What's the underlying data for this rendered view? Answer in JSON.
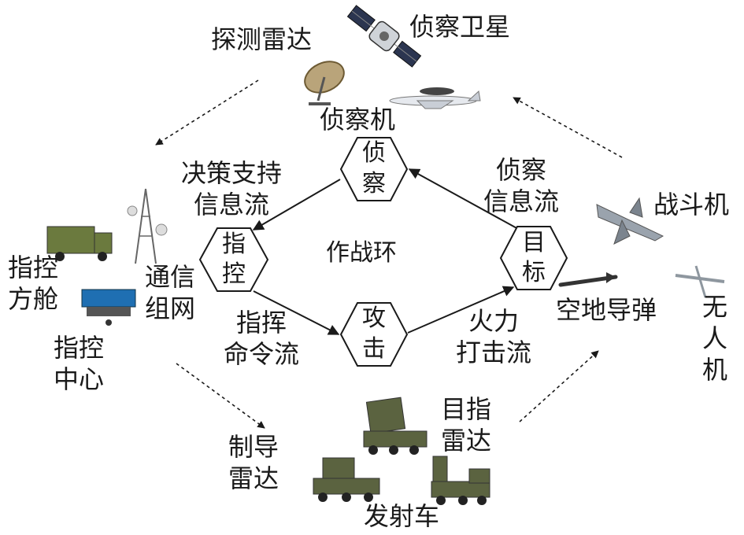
{
  "center": {
    "label": "作战环"
  },
  "nodes": {
    "recon": {
      "line1": "侦",
      "line2": "察"
    },
    "command": {
      "line1": "指",
      "line2": "控"
    },
    "strike": {
      "line1": "攻",
      "line2": "击"
    },
    "target": {
      "line1": "目",
      "line2": "标"
    }
  },
  "flows": {
    "decision": {
      "line1": "决策支持",
      "line2": "信息流"
    },
    "recon": {
      "line1": "侦察",
      "line2": "信息流"
    },
    "command": {
      "line1": "指挥",
      "line2": "命令流"
    },
    "fire": {
      "line1": "火力",
      "line2": "打击流"
    }
  },
  "assets": {
    "detect_radar": "探测雷达",
    "recon_satellite": "侦察卫星",
    "recon_aircraft": "侦察机",
    "comm_network": {
      "line1": "通信",
      "line2": "组网"
    },
    "command_cabin": {
      "line1": "指控",
      "line2": "方舱"
    },
    "command_center": {
      "line1": "指控",
      "line2": "中心"
    },
    "fighter": "战斗机",
    "air_to_ground_missile": "空地导弹",
    "uav": {
      "line1": "无",
      "line2": "人",
      "line3": "机"
    },
    "guidance_radar": {
      "line1": "制导",
      "line2": "雷达"
    },
    "target_radar": {
      "line1": "目指",
      "line2": "雷达"
    },
    "launcher": "发射车"
  },
  "colors": {
    "line": "#1a1a1a",
    "hex_stroke": "#1a1a1a",
    "vehicle": "#5b6340",
    "sky": "#9aa3ad"
  }
}
